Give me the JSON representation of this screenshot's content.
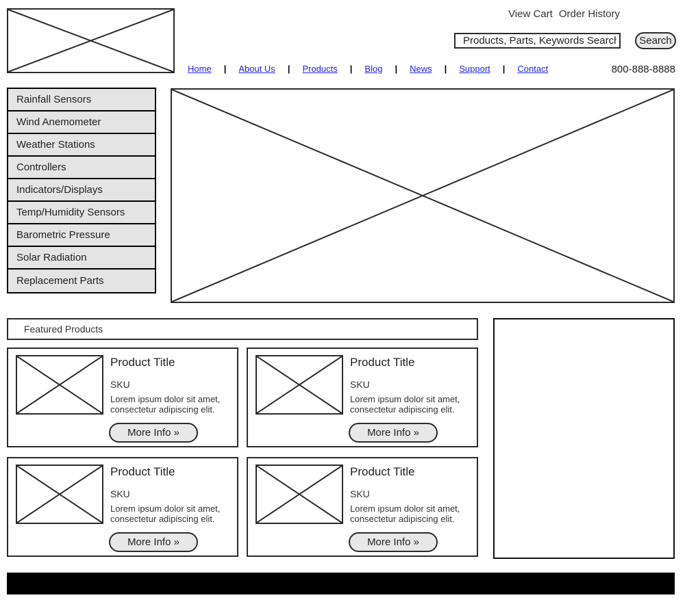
{
  "colors": {
    "link_blue": "#2222ee",
    "panel_gray": "#e4e4e4",
    "button_gray": "#e8e8e8",
    "border_dark": "#2b2b2b",
    "footer_black": "#000000",
    "text_dark": "#333333"
  },
  "header": {
    "utility_links": [
      {
        "label": "View Cart"
      },
      {
        "label": "Order History"
      }
    ],
    "search": {
      "value": "Products, Parts, Keywords Search",
      "button_label": "Search"
    },
    "nav": {
      "separator": "|",
      "items": [
        {
          "label": "Home"
        },
        {
          "label": "About Us"
        },
        {
          "label": "Products"
        },
        {
          "label": "Blog"
        },
        {
          "label": "News"
        },
        {
          "label": "Support"
        },
        {
          "label": "Contact"
        }
      ],
      "phone": "800-888-8888"
    }
  },
  "sidebar": {
    "items": [
      {
        "label": "Rainfall Sensors"
      },
      {
        "label": "Wind Anemometer"
      },
      {
        "label": "Weather Stations"
      },
      {
        "label": "Controllers"
      },
      {
        "label": "Indicators/Displays"
      },
      {
        "label": "Temp/Humidity Sensors"
      },
      {
        "label": "Barometric Pressure"
      },
      {
        "label": "Solar Radiation"
      },
      {
        "label": "Replacement Parts"
      }
    ]
  },
  "featured": {
    "title": "Featured Products",
    "products": [
      {
        "title": "Product Title",
        "sku": "SKU",
        "description": "Lorem ipsum dolor sit amet, consectetur adipiscing elit.",
        "more_info_label": "More Info »"
      },
      {
        "title": "Product Title",
        "sku": "SKU",
        "description": "Lorem ipsum dolor sit amet, consectetur adipiscing elit.",
        "more_info_label": "More Info »"
      },
      {
        "title": "Product Title",
        "sku": "SKU",
        "description": "Lorem ipsum dolor sit amet, consectetur adipiscing elit.",
        "more_info_label": "More Info »"
      },
      {
        "title": "Product Title",
        "sku": "SKU",
        "description": "Lorem ipsum dolor sit amet, consectetur adipiscing elit.",
        "more_info_label": "More Info »"
      }
    ]
  }
}
